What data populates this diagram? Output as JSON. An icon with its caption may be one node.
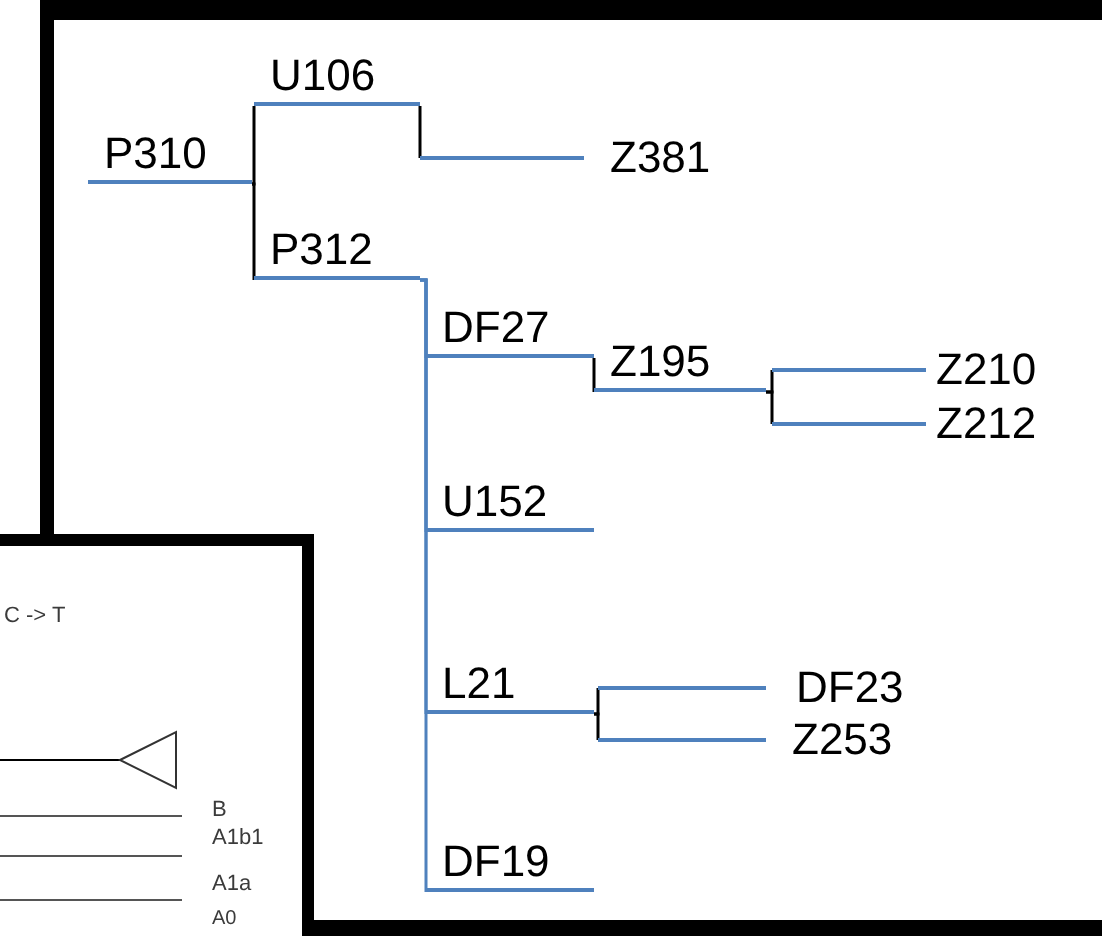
{
  "diagram": {
    "nodes": [
      {
        "text": [
          "P310"
        ]
      },
      {
        "text": [
          "U106"
        ]
      },
      {
        "text": [
          "Z381"
        ]
      },
      {
        "text": [
          "P312"
        ]
      },
      {
        "text": [
          "DF27"
        ]
      },
      {
        "text": [
          "Z195"
        ]
      },
      {
        "text": [
          "Z210"
        ]
      },
      {
        "text": [
          "Z212"
        ]
      },
      {
        "text": [
          "U152"
        ]
      },
      {
        "text": [
          "L21"
        ]
      },
      {
        "text": [
          "DF23"
        ]
      },
      {
        "text": [
          "Z253"
        ]
      },
      {
        "text": [
          "DF19"
        ]
      }
    ],
    "edges": [
      {
        "from": 0,
        "to": 1,
        "arrow": "none"
      },
      {
        "from": 0,
        "to": 3,
        "arrow": "none"
      },
      {
        "from": 1,
        "to": 2,
        "arrow": "none"
      },
      {
        "from": 3,
        "to": 4,
        "arrow": "none",
        "color": "#4f81bd"
      },
      {
        "from": 3,
        "to": 8,
        "arrow": "none",
        "color": "#4f81bd"
      },
      {
        "from": 3,
        "to": 9,
        "arrow": "none",
        "color": "#4f81bd"
      },
      {
        "from": 3,
        "to": 12,
        "arrow": "none",
        "color": "#4f81bd"
      },
      {
        "from": 4,
        "to": 5,
        "arrow": "none"
      },
      {
        "from": 5,
        "to": 6,
        "arrow": "none"
      },
      {
        "from": 5,
        "to": 7,
        "arrow": "none"
      },
      {
        "from": 9,
        "to": 10,
        "arrow": "none"
      },
      {
        "from": 9,
        "to": 11,
        "arrow": "none"
      }
    ],
    "labels": [
      "C -> T",
      "B",
      "A1b1",
      "A1a",
      "A0"
    ]
  }
}
